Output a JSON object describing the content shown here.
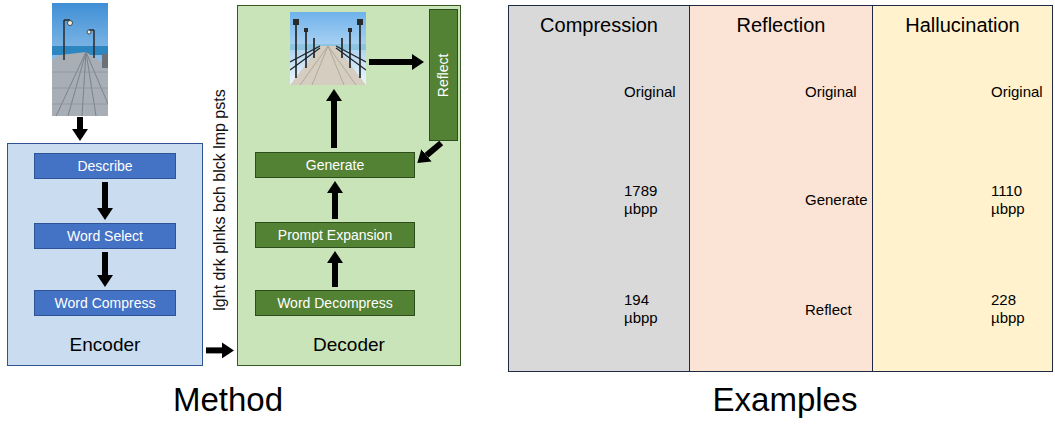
{
  "diagram": {
    "nodes": [
      {
        "text": [
          "Encoder"
        ]
      },
      {
        "text": [
          "Describe"
        ],
        "in": 0
      },
      {
        "text": [
          "Word Select"
        ],
        "in": 0
      },
      {
        "text": [
          "Word Compress"
        ],
        "in": 0
      },
      {
        "text": [
          "Decoder"
        ]
      },
      {
        "text": [
          "Word Decompress"
        ],
        "in": 4
      },
      {
        "text": [
          "Prompt Expansion"
        ],
        "in": 4
      },
      {
        "text": [
          "Generate"
        ],
        "in": 4
      },
      {
        "text": [
          "Reflect"
        ],
        "in": 4
      },
      {
        "text": [
          "Compression"
        ]
      },
      {
        "text": [
          "Reflection"
        ]
      },
      {
        "text": [
          "Hallucination"
        ]
      }
    ],
    "edges": [
      {
        "from": 1,
        "to": 2,
        "arrow": "to"
      },
      {
        "from": 2,
        "to": 3,
        "arrow": "to"
      },
      {
        "from": 0,
        "to": 4,
        "label": "lght drk plnks bch blck lmp psts",
        "arrow": "to"
      },
      {
        "from": 5,
        "to": 6,
        "arrow": "to"
      },
      {
        "from": 6,
        "to": 7,
        "arrow": "to"
      },
      {
        "from": 8,
        "to": 7,
        "arrow": "to"
      }
    ],
    "labels": [
      "Original",
      "1789 µbpp",
      "194 µbpp",
      "Original",
      "Generate",
      "Reflect",
      "Original",
      "1110 µbpp",
      "228 µbpp",
      "Method",
      "Examples"
    ]
  }
}
